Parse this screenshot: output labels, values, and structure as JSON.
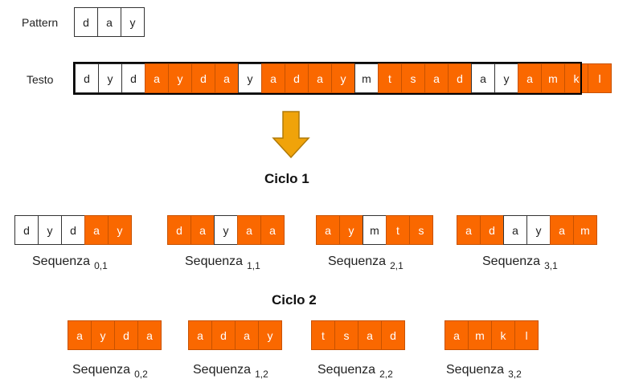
{
  "labels": {
    "pattern": "Pattern",
    "text": "Testo"
  },
  "colors": {
    "highlight": "#fa6800",
    "plain": "#ffffff",
    "arrow": "#f0a30a"
  },
  "pattern": [
    "d",
    "a",
    "y"
  ],
  "text_row": [
    {
      "c": "d",
      "h": false
    },
    {
      "c": "y",
      "h": false
    },
    {
      "c": "d",
      "h": false
    },
    {
      "c": "a",
      "h": true
    },
    {
      "c": "y",
      "h": true
    },
    {
      "c": "d",
      "h": true
    },
    {
      "c": "a",
      "h": true
    },
    {
      "c": "y",
      "h": false
    },
    {
      "c": "a",
      "h": true
    },
    {
      "c": "d",
      "h": true
    },
    {
      "c": "a",
      "h": true
    },
    {
      "c": "y",
      "h": true
    },
    {
      "c": "m",
      "h": false
    },
    {
      "c": "t",
      "h": true
    },
    {
      "c": "s",
      "h": true
    },
    {
      "c": "a",
      "h": true
    },
    {
      "c": "d",
      "h": true
    },
    {
      "c": "a",
      "h": false
    },
    {
      "c": "y",
      "h": false
    },
    {
      "c": "a",
      "h": true
    },
    {
      "c": "m",
      "h": true
    },
    {
      "c": "k",
      "h": true
    },
    {
      "c": "l",
      "h": true
    }
  ],
  "cycle1": {
    "title": "Ciclo 1",
    "sequences": [
      {
        "name": "Sequenza",
        "sub": "0,1",
        "cells": [
          {
            "c": "d",
            "h": false
          },
          {
            "c": "y",
            "h": false
          },
          {
            "c": "d",
            "h": false
          },
          {
            "c": "a",
            "h": true
          },
          {
            "c": "y",
            "h": true
          }
        ]
      },
      {
        "name": "Sequenza",
        "sub": "1,1",
        "cells": [
          {
            "c": "d",
            "h": true
          },
          {
            "c": "a",
            "h": true
          },
          {
            "c": "y",
            "h": false
          },
          {
            "c": "a",
            "h": true
          },
          {
            "c": "a",
            "h": true
          }
        ]
      },
      {
        "name": "Sequenza",
        "sub": "2,1",
        "cells": [
          {
            "c": "a",
            "h": true
          },
          {
            "c": "y",
            "h": true
          },
          {
            "c": "m",
            "h": false
          },
          {
            "c": "t",
            "h": true
          },
          {
            "c": "s",
            "h": true
          }
        ]
      },
      {
        "name": "Sequenza",
        "sub": "3,1",
        "cells": [
          {
            "c": "a",
            "h": true
          },
          {
            "c": "d",
            "h": true
          },
          {
            "c": "a",
            "h": false
          },
          {
            "c": "y",
            "h": false
          },
          {
            "c": "a",
            "h": true
          },
          {
            "c": "m",
            "h": true
          }
        ]
      }
    ]
  },
  "cycle2": {
    "title": "Ciclo 2",
    "sequences": [
      {
        "name": "Sequenza",
        "sub": "0,2",
        "cells": [
          {
            "c": "a",
            "h": true
          },
          {
            "c": "y",
            "h": true
          },
          {
            "c": "d",
            "h": true
          },
          {
            "c": "a",
            "h": true
          }
        ]
      },
      {
        "name": "Sequenza",
        "sub": "1,2",
        "cells": [
          {
            "c": "a",
            "h": true
          },
          {
            "c": "d",
            "h": true
          },
          {
            "c": "a",
            "h": true
          },
          {
            "c": "y",
            "h": true
          }
        ]
      },
      {
        "name": "Sequenza",
        "sub": "2,2",
        "cells": [
          {
            "c": "t",
            "h": true
          },
          {
            "c": "s",
            "h": true
          },
          {
            "c": "a",
            "h": true
          },
          {
            "c": "d",
            "h": true
          }
        ]
      },
      {
        "name": "Sequenza",
        "sub": "3,2",
        "cells": [
          {
            "c": "a",
            "h": true
          },
          {
            "c": "m",
            "h": true
          },
          {
            "c": "k",
            "h": true
          },
          {
            "c": "l",
            "h": true
          }
        ]
      }
    ]
  }
}
